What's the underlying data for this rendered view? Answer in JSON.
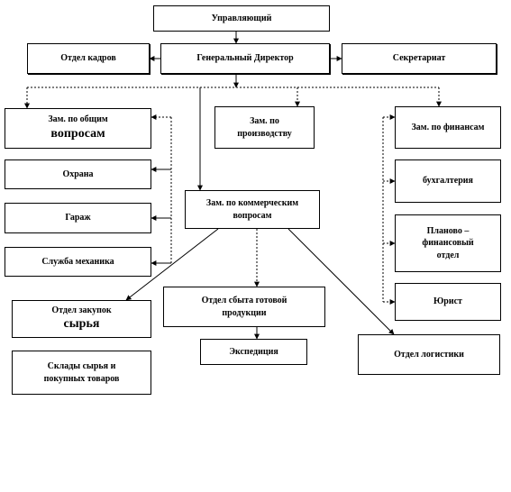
{
  "nodes": {
    "management": "Управляющий",
    "hr": "Отдел кадров",
    "gd": "Генеральный Директор",
    "secretariat": "Секретариат",
    "dep_general_line1": "Зам. по общим",
    "dep_general_line2": "вопросам",
    "dep_production": "Зам. по\nпроизводству",
    "dep_finance": "Зам. по финансам",
    "security": "Охрана",
    "garage": "Гараж",
    "mechanic": "Служба механика",
    "dep_commercial": "Зам. по коммерческим\nвопросам",
    "accounting": "бухгалтерия",
    "planning": "Планово –\nфинансовый\nотдел",
    "lawyer": "Юрист",
    "purchasing_line1": "Отдел закупок",
    "purchasing_line2": "сырья",
    "sales": "Отдел сбыта готовой\nпродукции",
    "expedition": "Экспедиция",
    "logistics": "Отдел логистики",
    "warehouses": "Склады сырья и\nпокупных товаров"
  }
}
